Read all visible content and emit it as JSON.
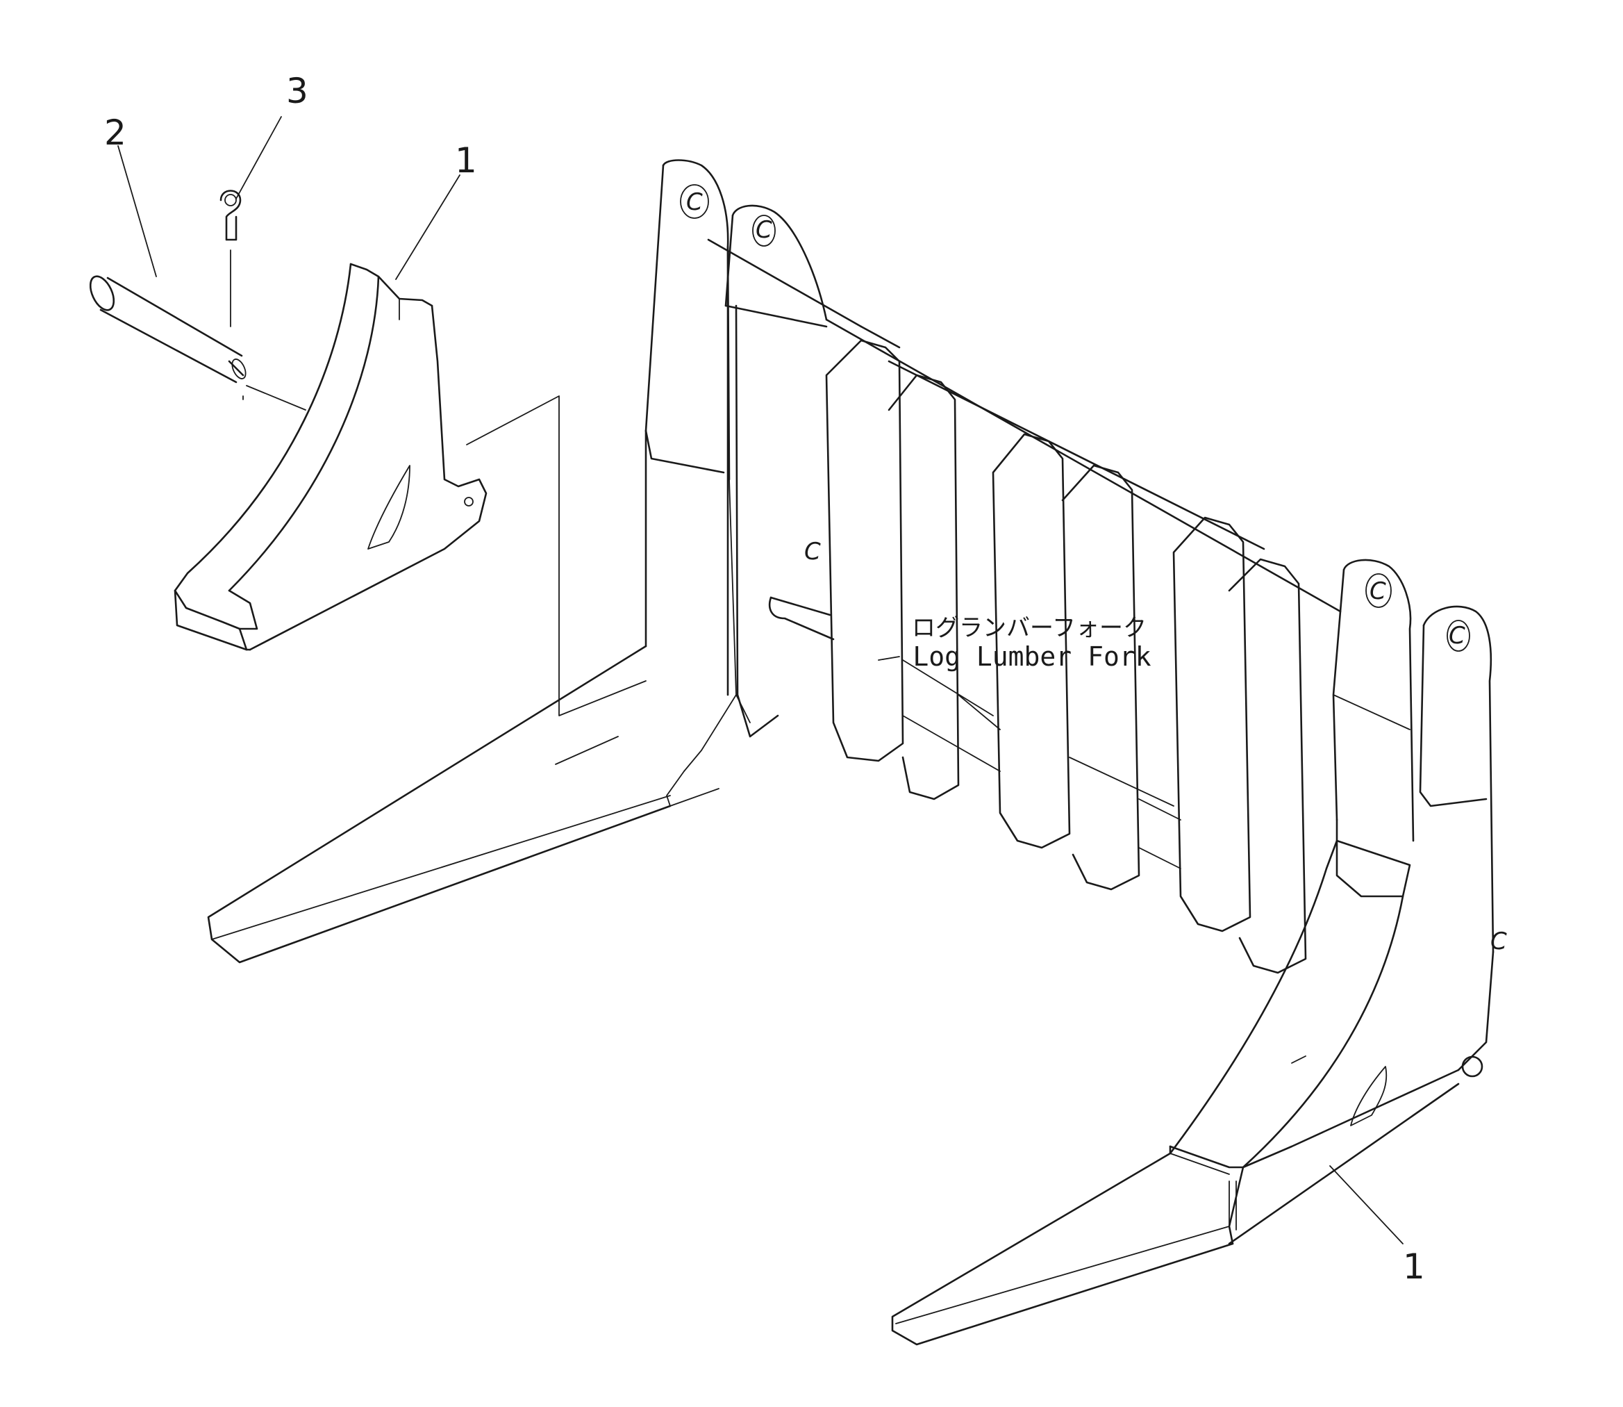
{
  "diagram": {
    "title_jp": "ログランバーフォーク",
    "title_en": "Log Lumber Fork",
    "callouts": [
      {
        "id": "callout-1-top",
        "label": "1"
      },
      {
        "id": "callout-2",
        "label": "2"
      },
      {
        "id": "callout-3",
        "label": "3"
      },
      {
        "id": "callout-1-bottom",
        "label": "1"
      }
    ],
    "frame_marks": [
      "C",
      "C",
      "C",
      "C",
      "C",
      "C"
    ]
  },
  "colors": {
    "line": "#1a1a1a",
    "background": "#ffffff"
  }
}
